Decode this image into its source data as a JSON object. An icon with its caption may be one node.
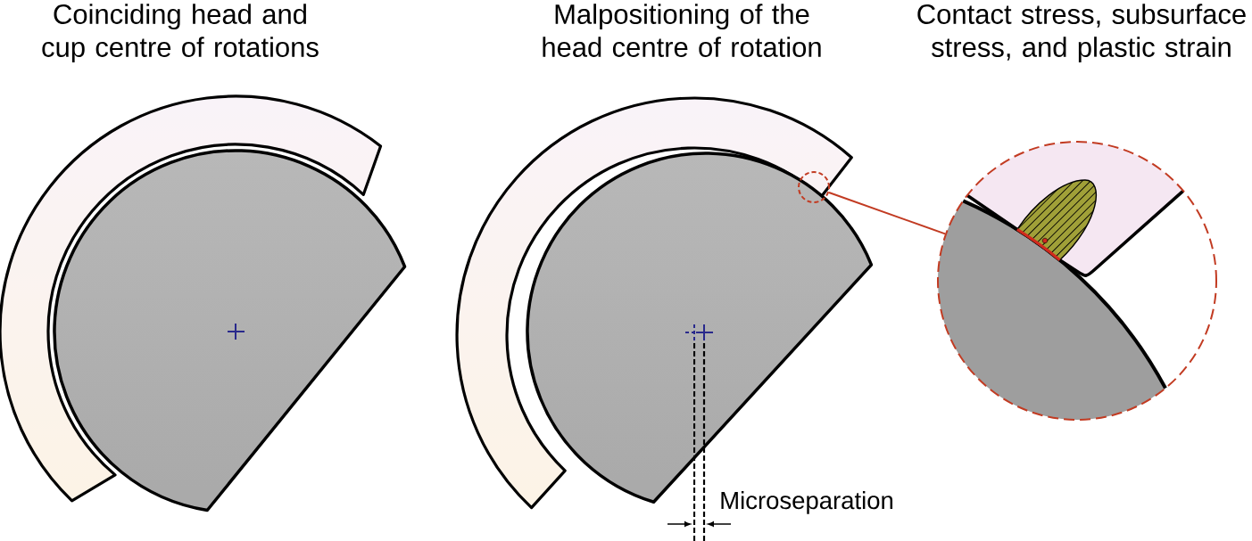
{
  "diagram": {
    "nodes": [
      {
        "text": [],
        "shape": "circle"
      },
      {
        "text": [],
        "shape": "circle"
      }
    ],
    "edges": [
      {
        "from": 0,
        "to": 1,
        "arrow": "none",
        "color": "#c23b22"
      }
    ],
    "labels": [
      "Coinciding head and cup centre of rotations",
      "Malpositioning of the head centre of rotation",
      "Contact stress, subsurface stress, and plastic strain",
      "Microseparation"
    ]
  }
}
